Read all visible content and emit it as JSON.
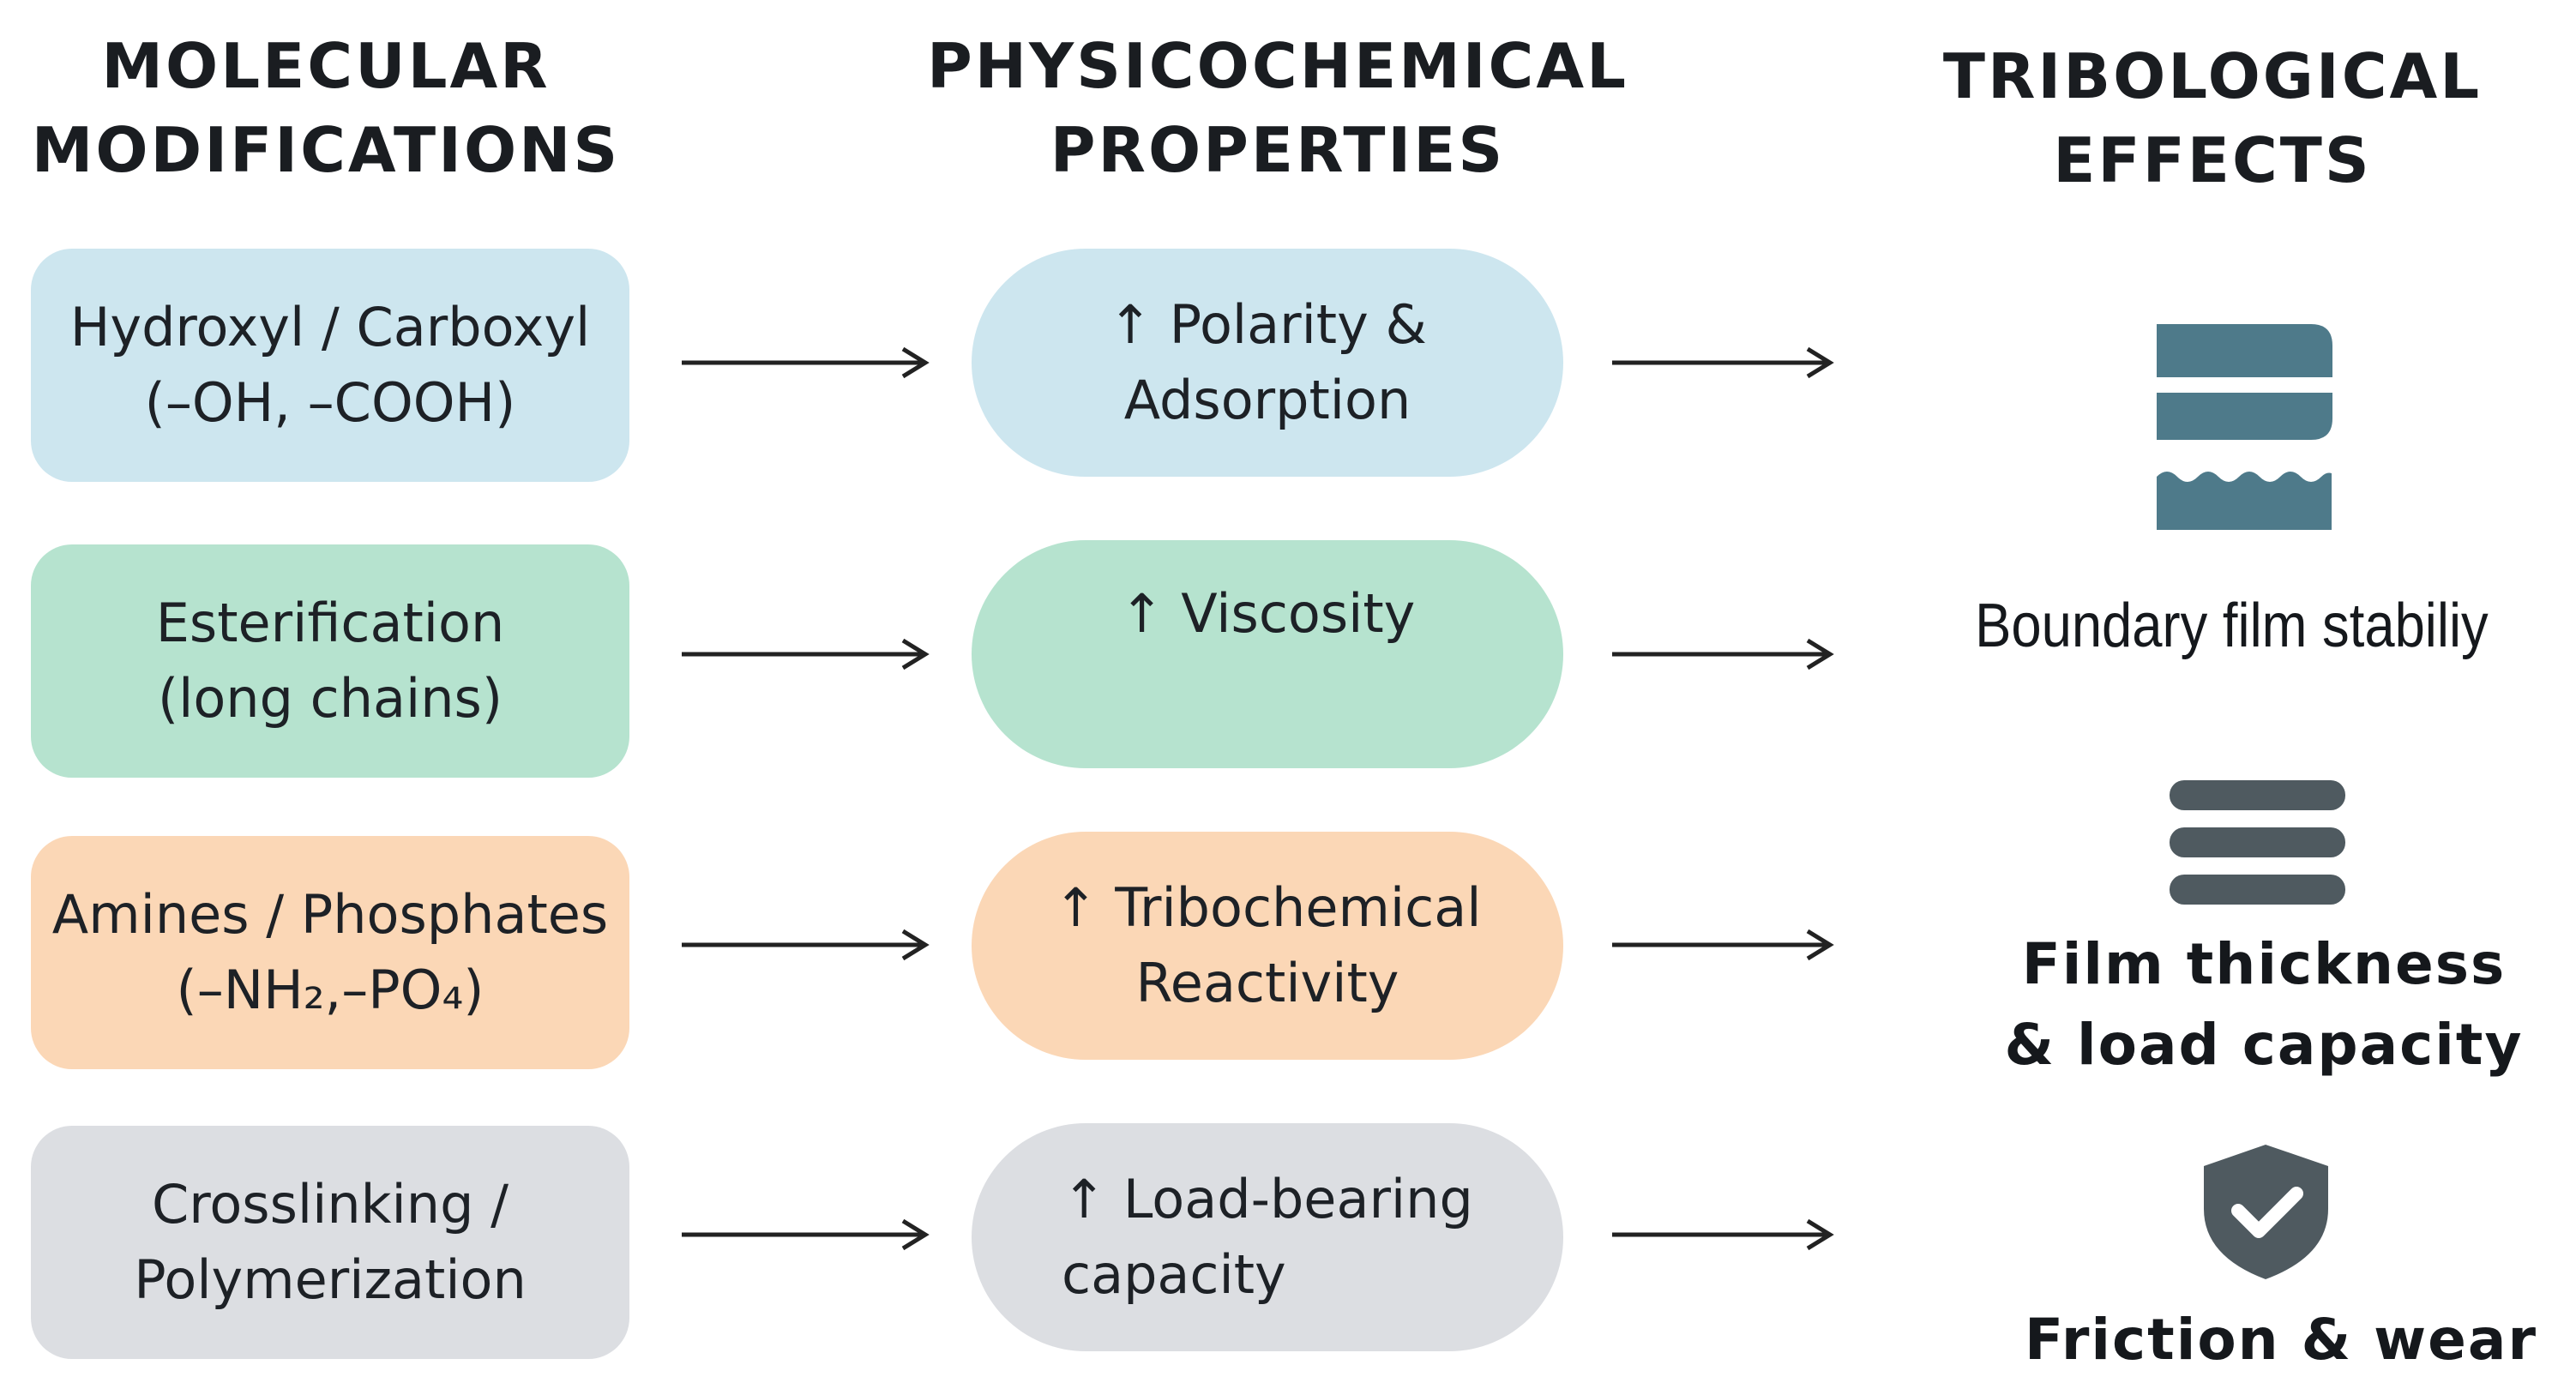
{
  "headers": {
    "modifications": [
      "MOLECULAR",
      "MODIFICATIONS"
    ],
    "properties": [
      "PHYSICOCHEMICAL",
      "PROPERTIES"
    ],
    "effects": [
      "TRIBOLOGICAL",
      "EFFECTS"
    ]
  },
  "modifications": [
    {
      "lines": [
        "Hydroxyl / Carboxyl",
        "(–OH, –COOH)"
      ]
    },
    {
      "lines": [
        "Esterification",
        "(long chains)"
      ]
    },
    {
      "lines": [
        "Amines / Phosphates",
        "(–NH₂,–PO₄)"
      ]
    },
    {
      "lines": [
        "Crosslinking /",
        "Polymerization"
      ]
    }
  ],
  "properties": [
    {
      "lines": [
        "↑ Polarity &",
        "Adsorption"
      ]
    },
    {
      "lines": [
        "↑ Viscosity"
      ]
    },
    {
      "lines": [
        "↑ Tribochemical",
        "Reactivity"
      ]
    },
    {
      "lines": [
        "↑ Load-bearing",
        "capacity"
      ]
    }
  ],
  "effects": [
    {
      "lines": [
        "Boundary film stabiliy"
      ],
      "icon": "surface-film-icon"
    },
    {
      "lines": [
        "Film thickness",
        "& load capacity"
      ],
      "icon": "layers-icon"
    },
    {
      "lines": [
        "Friction & wear"
      ],
      "icon": "shield-check-icon"
    }
  ],
  "colors": {
    "blue": "#cde6ef",
    "green": "#b6e3cf",
    "orange": "#fbd7b6",
    "gray": "#dcdee2",
    "icon": "#4e7a8a",
    "icon_dark": "#4f5a60"
  }
}
